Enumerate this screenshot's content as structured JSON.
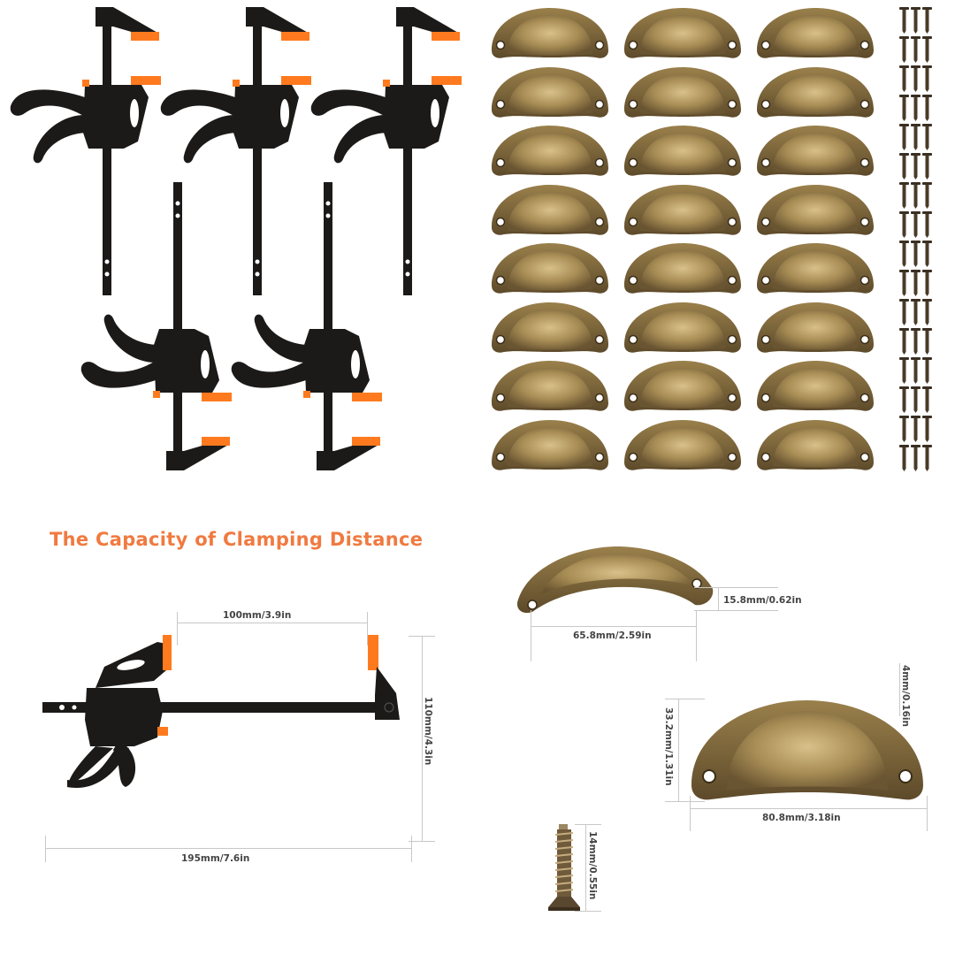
{
  "colors": {
    "accent_orange": "#f07a40",
    "clamp_black": "#1c1a19",
    "clamp_orange": "#ff7a1e",
    "bronze_light": "#cdb27a",
    "bronze_mid": "#a58a52",
    "bronze_dark": "#6b5630",
    "dimension_line": "#c8c8c8",
    "dimension_text": "#444444"
  },
  "top_section": {
    "clamps": {
      "count": 5,
      "icon": "quick-release-bar-clamp-icon"
    },
    "cup_handles": {
      "rows": 8,
      "columns": 3,
      "count": 24,
      "icon": "cup-drawer-handle-icon"
    },
    "screws": {
      "rows": 16,
      "columns": 3,
      "count": 48,
      "icon": "screw-icon"
    }
  },
  "clamp_diagram": {
    "title": "The Capacity of Clamping Distance",
    "dimensions": {
      "jaw_opening": "100mm/3.9in",
      "height": "110mm/4.3in",
      "length": "195mm/7.6in"
    }
  },
  "handle_diagram": {
    "small_handle": {
      "depth": "15.8mm/0.62in",
      "hole_spacing": "65.8mm/2.59in"
    },
    "large_handle": {
      "thickness": "4mm/0.16in",
      "height": "33.2mm/1.31in",
      "width": "80.8mm/3.18in"
    },
    "screw": {
      "length": "14mm/0.55in"
    }
  }
}
